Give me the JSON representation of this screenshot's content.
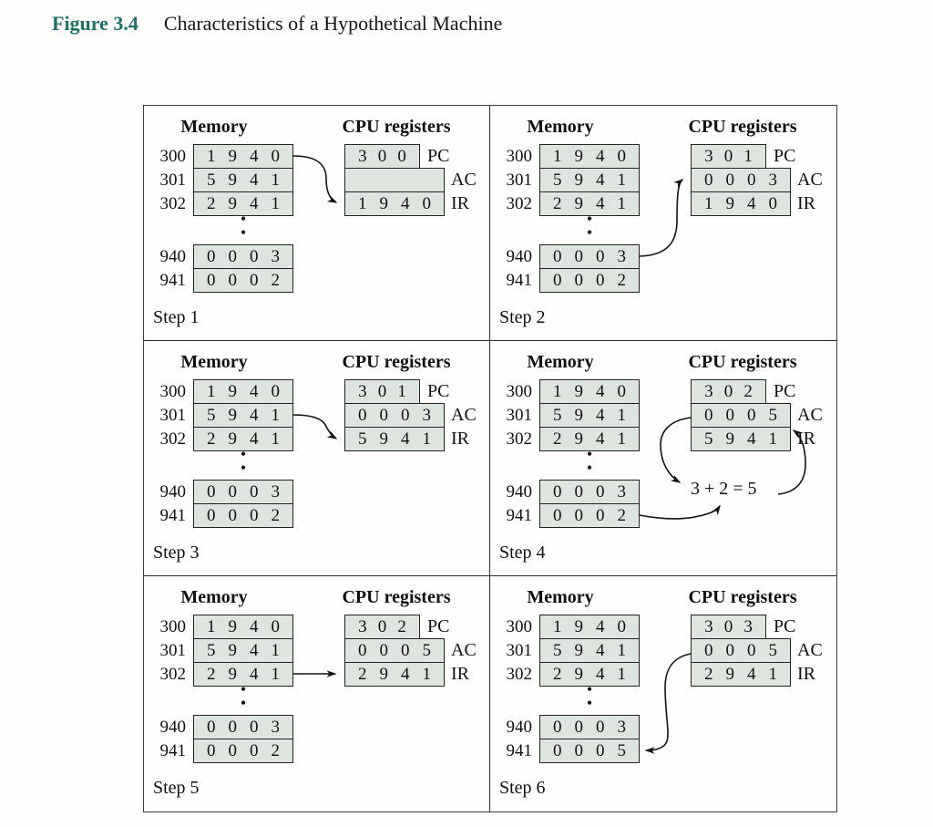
{
  "figure": {
    "label": "Figure 3.4",
    "caption": "Characteristics of a Hypothetical Machine"
  },
  "colors": {
    "accent_teal": "#1f7268",
    "cell_fill": "#dee5de",
    "line": "#2b2b2b"
  },
  "headers": {
    "memory": "Memory",
    "cpu": "CPU registers"
  },
  "register_labels": {
    "pc": "PC",
    "ac": "AC",
    "ir": "IR"
  },
  "steps": [
    {
      "label": "Step 1",
      "memory": [
        {
          "addr": "300",
          "value": "1940"
        },
        {
          "addr": "301",
          "value": "5941"
        },
        {
          "addr": "302",
          "value": "2941"
        },
        {
          "addr": "940",
          "value": "0003"
        },
        {
          "addr": "941",
          "value": "0002"
        }
      ],
      "registers": {
        "pc": "300",
        "ac": "",
        "ir": "1940"
      },
      "annotation": "",
      "flow": "memory[300] -> IR"
    },
    {
      "label": "Step 2",
      "memory": [
        {
          "addr": "300",
          "value": "1940"
        },
        {
          "addr": "301",
          "value": "5941"
        },
        {
          "addr": "302",
          "value": "2941"
        },
        {
          "addr": "940",
          "value": "0003"
        },
        {
          "addr": "941",
          "value": "0002"
        }
      ],
      "registers": {
        "pc": "301",
        "ac": "0003",
        "ir": "1940"
      },
      "annotation": "",
      "flow": "memory[940] -> AC"
    },
    {
      "label": "Step 3",
      "memory": [
        {
          "addr": "300",
          "value": "1940"
        },
        {
          "addr": "301",
          "value": "5941"
        },
        {
          "addr": "302",
          "value": "2941"
        },
        {
          "addr": "940",
          "value": "0003"
        },
        {
          "addr": "941",
          "value": "0002"
        }
      ],
      "registers": {
        "pc": "301",
        "ac": "0003",
        "ir": "5941"
      },
      "annotation": "",
      "flow": "memory[301] -> IR"
    },
    {
      "label": "Step 4",
      "memory": [
        {
          "addr": "300",
          "value": "1940"
        },
        {
          "addr": "301",
          "value": "5941"
        },
        {
          "addr": "302",
          "value": "2941"
        },
        {
          "addr": "940",
          "value": "0003"
        },
        {
          "addr": "941",
          "value": "0002"
        }
      ],
      "registers": {
        "pc": "302",
        "ac": "0005",
        "ir": "5941"
      },
      "annotation": "3 + 2 = 5",
      "flow": "AC + memory[941] -> AC"
    },
    {
      "label": "Step 5",
      "memory": [
        {
          "addr": "300",
          "value": "1940"
        },
        {
          "addr": "301",
          "value": "5941"
        },
        {
          "addr": "302",
          "value": "2941"
        },
        {
          "addr": "940",
          "value": "0003"
        },
        {
          "addr": "941",
          "value": "0002"
        }
      ],
      "registers": {
        "pc": "302",
        "ac": "0005",
        "ir": "2941"
      },
      "annotation": "",
      "flow": "memory[302] -> IR"
    },
    {
      "label": "Step 6",
      "memory": [
        {
          "addr": "300",
          "value": "1940"
        },
        {
          "addr": "301",
          "value": "5941"
        },
        {
          "addr": "302",
          "value": "2941"
        },
        {
          "addr": "940",
          "value": "0003"
        },
        {
          "addr": "941",
          "value": "0005"
        }
      ],
      "registers": {
        "pc": "303",
        "ac": "0005",
        "ir": "2941"
      },
      "annotation": "",
      "flow": "AC -> memory[941]"
    }
  ],
  "dots_glyph": "•"
}
